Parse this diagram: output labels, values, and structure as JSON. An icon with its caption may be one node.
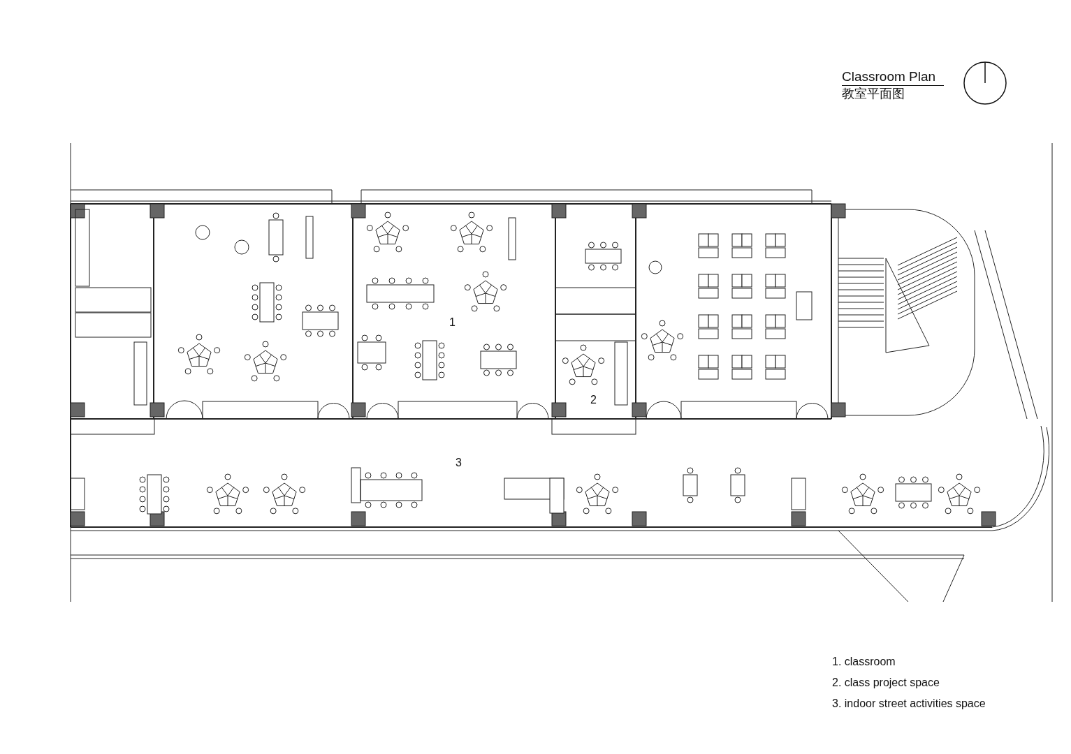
{
  "diagram": {
    "title": "Classroom Plan",
    "labels": [
      "教室平面图",
      "1",
      "2",
      "3",
      "1. classroom",
      "2. class project space",
      "3. indoor street activities space"
    ]
  }
}
